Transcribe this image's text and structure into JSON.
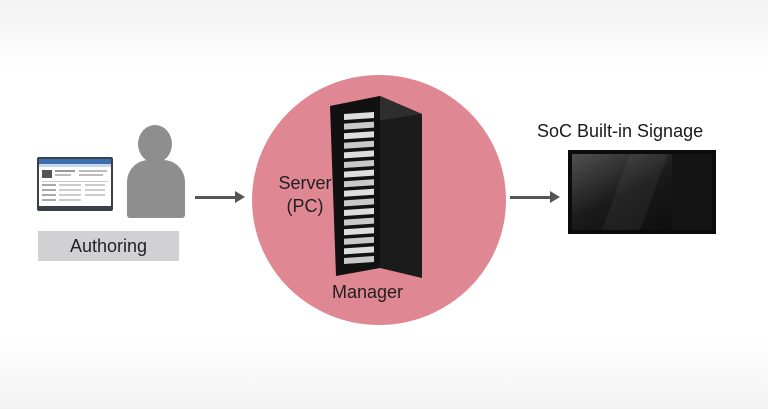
{
  "authoring": {
    "label": "Authoring"
  },
  "server": {
    "label_line1": "Server",
    "label_line2": "(PC)",
    "manager_label": "Manager"
  },
  "signage": {
    "title": "SoC Built-in Signage"
  },
  "colors": {
    "circle": "#e08794",
    "label_bg": "#d1d1d3",
    "person": "#8e8e8e",
    "arrow": "#555555"
  },
  "icons": {
    "monitor": "monitor-icon",
    "person": "person-icon",
    "server": "server-rack-icon",
    "display": "display-icon"
  }
}
